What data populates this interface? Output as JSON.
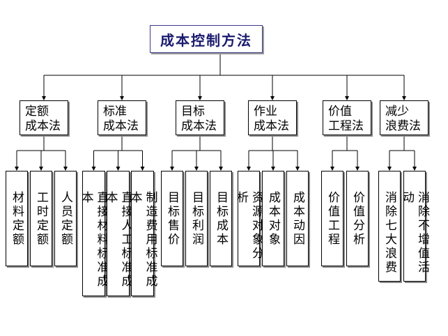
{
  "root": {
    "label": "成本控制方法"
  },
  "methods": [
    {
      "label": "定额\n成本法",
      "children": [
        "材料定额",
        "工时定额",
        "人员定额"
      ]
    },
    {
      "label": "标准\n成本法",
      "children": [
        "直接材料标准成本",
        "直接人工标准成本",
        "制造费用标准成本"
      ]
    },
    {
      "label": "目标\n成本法",
      "children": [
        "目标售价",
        "目标利润",
        "目标成本"
      ]
    },
    {
      "label": "作业\n成本法",
      "children": [
        "资源对象分析",
        "成本对象",
        "成本动因"
      ]
    },
    {
      "label": "价值\n工程法",
      "children": [
        "价值工程",
        "价值分析"
      ]
    },
    {
      "label": "减少\n浪费法",
      "children": [
        "消除七大浪费",
        "消除不增值活动"
      ]
    }
  ]
}
